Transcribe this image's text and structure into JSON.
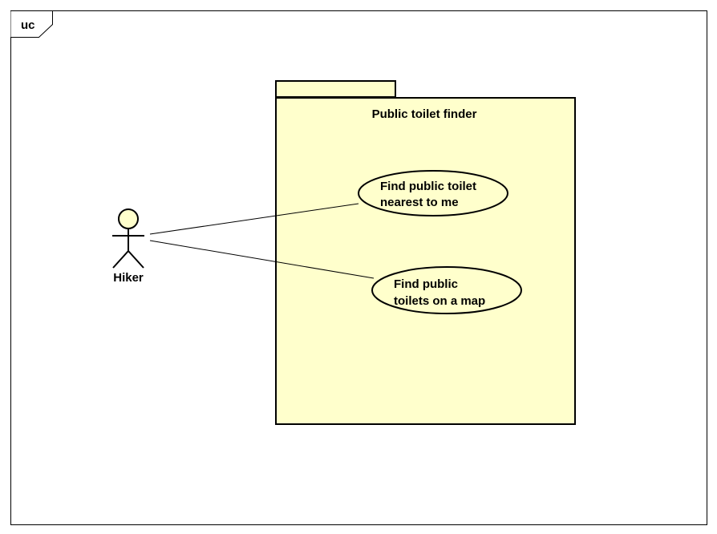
{
  "frame": {
    "tag": "uc"
  },
  "system": {
    "title": "Public toilet finder"
  },
  "actor": {
    "name": "Hiker"
  },
  "use_cases": [
    {
      "line1": "Find public toilet",
      "line2": "nearest to me"
    },
    {
      "line1": "Find public",
      "line2": "toilets on a map"
    }
  ],
  "colors": {
    "fill": "#ffffcc",
    "stroke": "#000000",
    "background": "#ffffff"
  }
}
